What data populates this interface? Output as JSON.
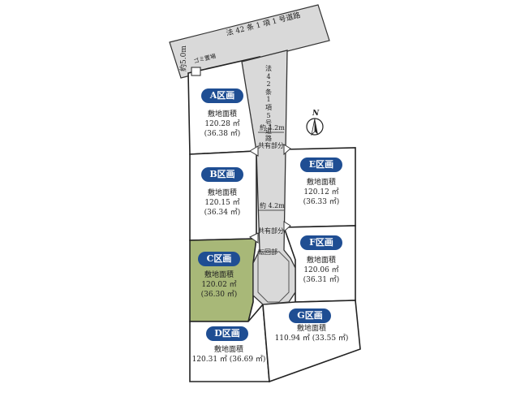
{
  "road_north": {
    "label": "法 42 条 1 項 1 号道路",
    "width_label": "約5.0m"
  },
  "road_private": {
    "label": "法42条1項5号道路"
  },
  "garbage_label": "ゴミ置場",
  "shared_labels": [
    "共有部分",
    "共有部分"
  ],
  "width_labels": [
    "約 4.2m",
    "約 4.2m"
  ],
  "cul_de_sac_label": "転回部",
  "north_mark": "N",
  "lots": [
    {
      "name": "A区画",
      "area_label": "敷地面積",
      "sqm": "120.28 ㎡",
      "tsubo": "(36.38 ㎡)"
    },
    {
      "name": "B区画",
      "area_label": "敷地面積",
      "sqm": "120.15 ㎡",
      "tsubo": "(36.34 ㎡)"
    },
    {
      "name": "C区画",
      "area_label": "敷地面積",
      "sqm": "120.02 ㎡",
      "tsubo": "(36.30 ㎡)"
    },
    {
      "name": "D区画",
      "area_label": "敷地面積",
      "line": "120.31 ㎡ (36.69 ㎡)"
    },
    {
      "name": "E区画",
      "area_label": "敷地面積",
      "sqm": "120.12 ㎡",
      "tsubo": "(36.33 ㎡)"
    },
    {
      "name": "F区画",
      "area_label": "敷地面積",
      "sqm": "120.06 ㎡",
      "tsubo": "(36.31 ㎡)"
    },
    {
      "name": "G区画",
      "area_label": "敷地面積",
      "line": "110.94 ㎡ (33.55 ㎡)"
    }
  ],
  "colors": {
    "badge": "#1f4e93",
    "highlight_lot": "#a8b878",
    "road": "#d9d9d9"
  }
}
